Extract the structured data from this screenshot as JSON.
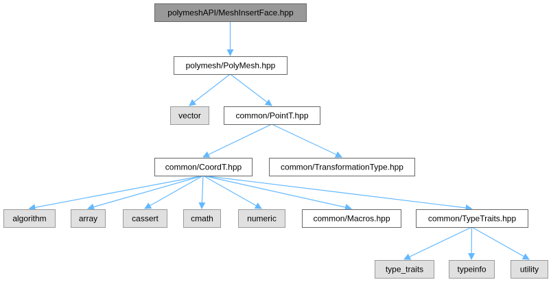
{
  "diagram": {
    "nodes": [
      {
        "id": "mesh_insert_face",
        "label": "polymeshAPI/MeshInsertFace.hpp",
        "style": "root"
      },
      {
        "id": "poly_mesh",
        "label": "polymesh/PolyMesh.hpp",
        "style": "file"
      },
      {
        "id": "vector",
        "label": "vector",
        "style": "std"
      },
      {
        "id": "point_t",
        "label": "common/PointT.hpp",
        "style": "file"
      },
      {
        "id": "coord_t",
        "label": "common/CoordT.hpp",
        "style": "file"
      },
      {
        "id": "transformation_type",
        "label": "common/TransformationType.hpp",
        "style": "file"
      },
      {
        "id": "algorithm",
        "label": "algorithm",
        "style": "std"
      },
      {
        "id": "array",
        "label": "array",
        "style": "std"
      },
      {
        "id": "cassert",
        "label": "cassert",
        "style": "std"
      },
      {
        "id": "cmath",
        "label": "cmath",
        "style": "std"
      },
      {
        "id": "numeric",
        "label": "numeric",
        "style": "std"
      },
      {
        "id": "macros",
        "label": "common/Macros.hpp",
        "style": "file"
      },
      {
        "id": "type_traits_hpp",
        "label": "common/TypeTraits.hpp",
        "style": "file"
      },
      {
        "id": "type_traits",
        "label": "type_traits",
        "style": "std"
      },
      {
        "id": "typeinfo",
        "label": "typeinfo",
        "style": "std"
      },
      {
        "id": "utility",
        "label": "utility",
        "style": "std"
      }
    ],
    "edges": [
      {
        "from": "mesh_insert_face",
        "to": "poly_mesh"
      },
      {
        "from": "poly_mesh",
        "to": "vector"
      },
      {
        "from": "poly_mesh",
        "to": "point_t"
      },
      {
        "from": "point_t",
        "to": "coord_t"
      },
      {
        "from": "point_t",
        "to": "transformation_type"
      },
      {
        "from": "coord_t",
        "to": "algorithm"
      },
      {
        "from": "coord_t",
        "to": "array"
      },
      {
        "from": "coord_t",
        "to": "cassert"
      },
      {
        "from": "coord_t",
        "to": "cmath"
      },
      {
        "from": "coord_t",
        "to": "numeric"
      },
      {
        "from": "coord_t",
        "to": "macros"
      },
      {
        "from": "coord_t",
        "to": "type_traits_hpp"
      },
      {
        "from": "type_traits_hpp",
        "to": "type_traits"
      },
      {
        "from": "type_traits_hpp",
        "to": "typeinfo"
      },
      {
        "from": "type_traits_hpp",
        "to": "utility"
      }
    ],
    "colors": {
      "root_fill": "#999999",
      "root_border": "#666666",
      "file_fill": "#ffffff",
      "file_border": "#666666",
      "std_fill": "#e0e0e0",
      "std_border": "#999999",
      "edge": "#63b8ff"
    }
  }
}
